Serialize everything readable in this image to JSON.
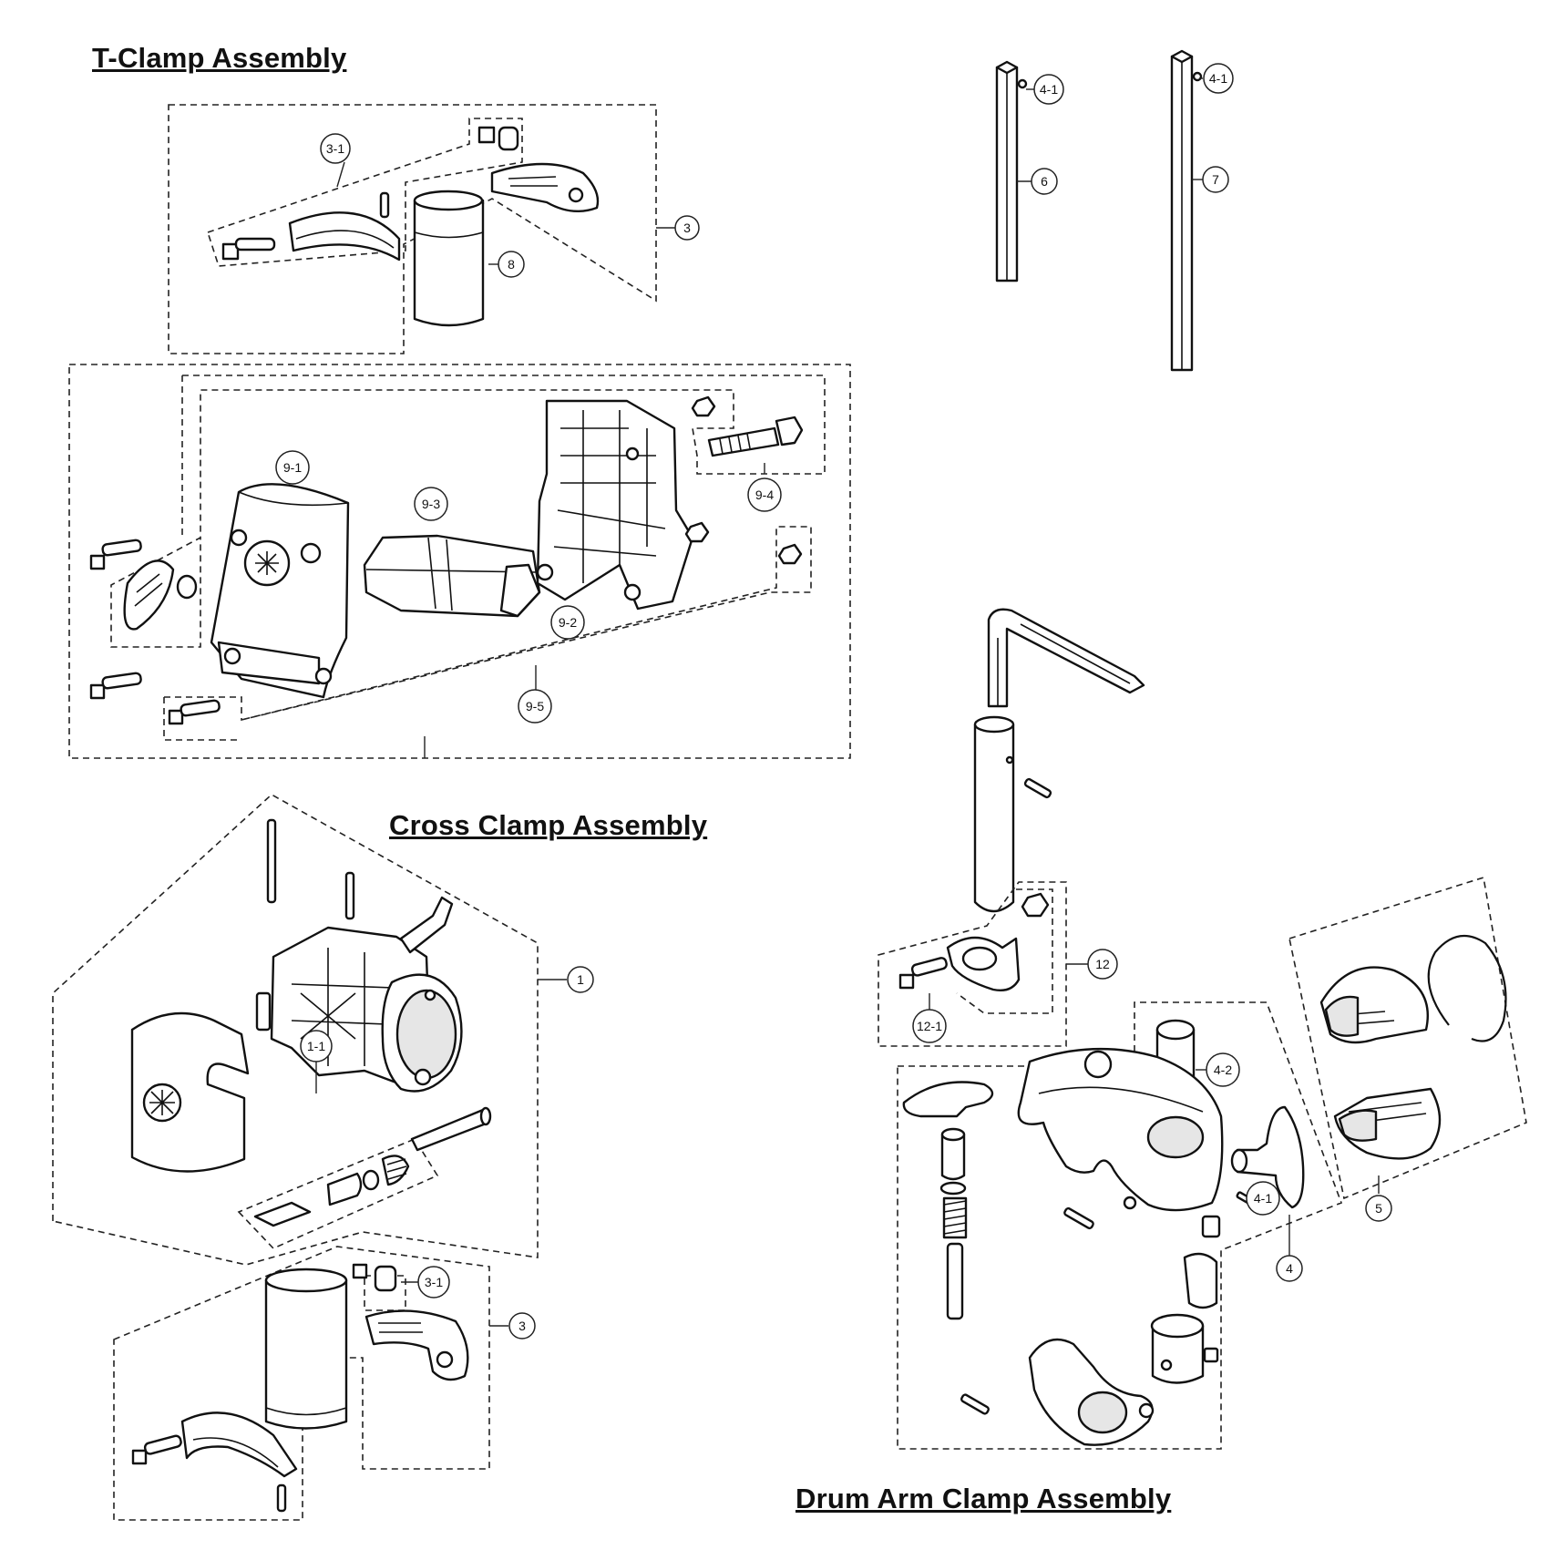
{
  "headings": {
    "t_clamp": "T-Clamp Assembly",
    "cross_clamp": "Cross Clamp Assembly",
    "drum_arm_clamp": "Drum Arm Clamp Assembly"
  },
  "callouts": {
    "tclamp_3_1": "3-1",
    "tclamp_3": "3",
    "tclamp_8": "8",
    "rod_6": "6",
    "rod_7": "7",
    "rod_6_4_1": "4-1",
    "rod_7_4_1": "4-1",
    "cross_9_1": "9-1",
    "cross_9_2": "9-2",
    "cross_9_3": "9-3",
    "cross_9_4": "9-4",
    "cross_9_5": "9-5",
    "lower_1": "1",
    "lower_1_1": "1-1",
    "lower_3_1": "3-1",
    "lower_3": "3",
    "drum_12": "12",
    "drum_12_1": "12-1",
    "drum_4_2": "4-2",
    "drum_4_1": "4-1",
    "drum_4": "4",
    "drum_5": "5"
  }
}
